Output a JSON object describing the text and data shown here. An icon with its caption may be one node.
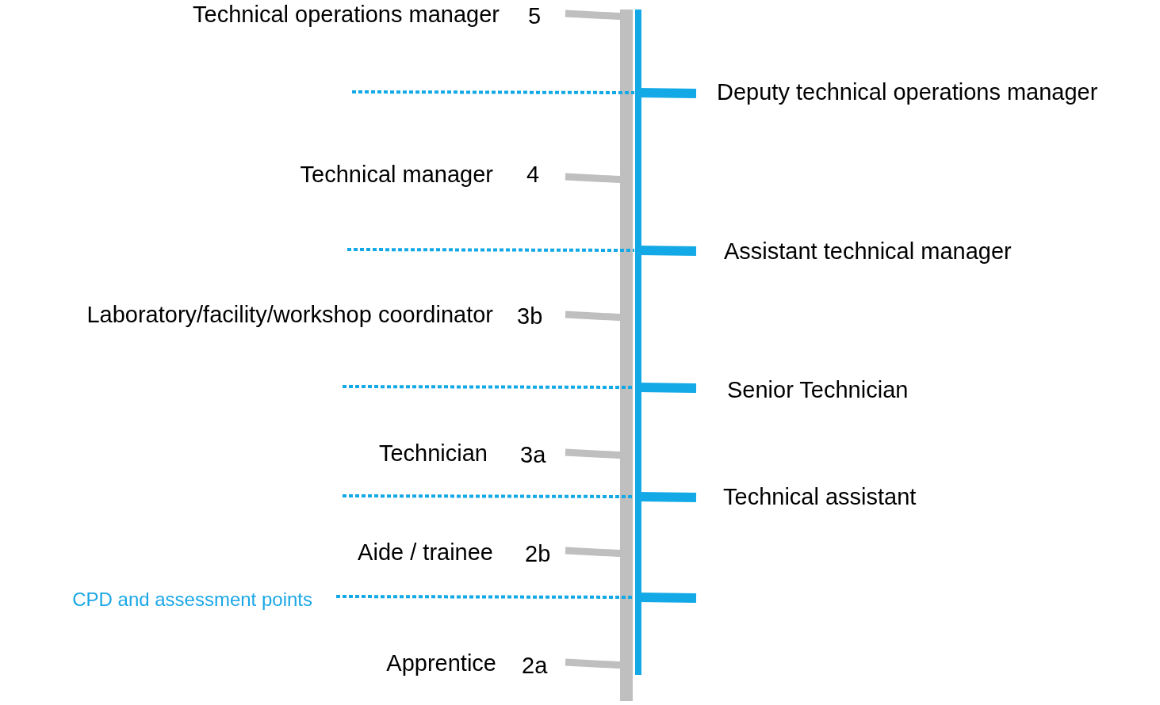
{
  "diagram": {
    "labels": [
      "Technical operations manager",
      "5",
      "Deputy technical operations manager",
      "Technical manager",
      "4",
      "Assistant technical manager",
      "Laboratory/facility/workshop coordinator",
      "3b",
      "Senior Technician",
      "Technician",
      "3a",
      "Technical assistant",
      "Aide / trainee",
      "2b",
      "CPD and assessment points",
      "Apprentice",
      "2a"
    ]
  }
}
